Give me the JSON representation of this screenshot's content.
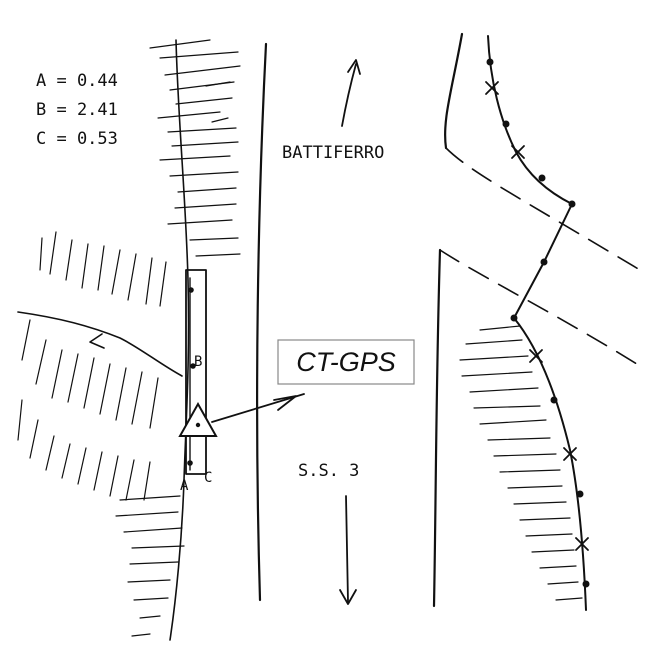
{
  "measurements": [
    {
      "name": "A",
      "text": "A = 0.44"
    },
    {
      "name": "B",
      "text": "B = 2.41"
    },
    {
      "name": "C",
      "text": "C = 0.53"
    }
  ],
  "road": {
    "north_label": "BATTIFERRO",
    "south_label": "S.S. 3"
  },
  "station": {
    "label": "CT-GPS",
    "point_labels": {
      "a": "A",
      "b": "B",
      "c": "C"
    }
  },
  "colors": {
    "ink": "#111111",
    "background": "#ffffff",
    "label_border": "#888888"
  }
}
